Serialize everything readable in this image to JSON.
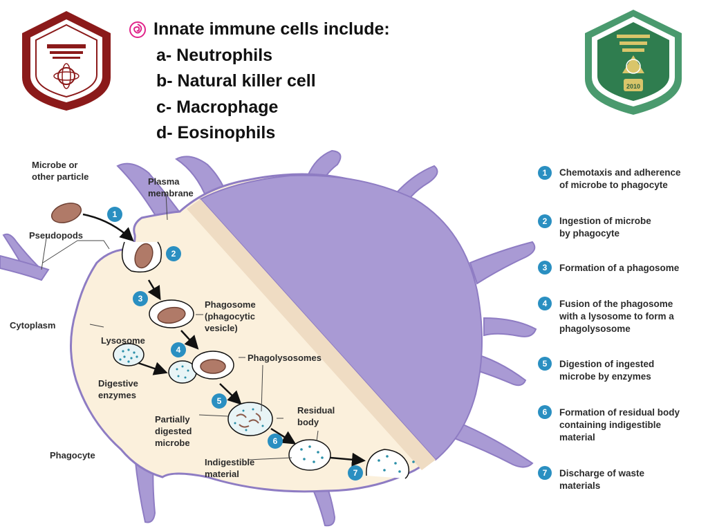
{
  "heading": {
    "title": "Innate immune cells include:",
    "items": [
      "a- Neutrophils",
      "b- Natural killer cell",
      "c- Macrophage",
      "d- Eosinophils"
    ]
  },
  "logos": {
    "left": {
      "name": "college-of-technology-and-health-sciences-seal",
      "colors": {
        "ring": "#8b1a1a",
        "fill": "#ffffff"
      }
    },
    "right": {
      "name": "al-mustaqbal-university-seal",
      "year": "2010",
      "colors": {
        "ring": "#2e8b57",
        "fill": "#ffffff"
      }
    }
  },
  "diagram": {
    "labels": {
      "microbe": [
        "Microbe or",
        "other particle"
      ],
      "plasma_membrane": [
        "Plasma",
        "membrane"
      ],
      "pseudopods": "Pseudopods",
      "cytoplasm": "Cytoplasm",
      "phagosome": [
        "Phagosome",
        "(phagocytic",
        "vesicle)"
      ],
      "lysosome": "Lysosome",
      "phagolysosomes": "Phagolysosomes",
      "digestive_enzymes": [
        "Digestive",
        "enzymes"
      ],
      "partially_digested": [
        "Partially",
        "digested",
        "microbe"
      ],
      "residual_body": [
        "Residual",
        "body"
      ],
      "indigestible": [
        "Indigestible",
        "material"
      ],
      "phagocyte": "Phagocyte"
    },
    "step_numbers": [
      "1",
      "2",
      "3",
      "4",
      "5",
      "6",
      "7"
    ],
    "steps": [
      {
        "num": "1",
        "lines": [
          "Chemotaxis and adherence",
          "of microbe to phagocyte"
        ]
      },
      {
        "num": "2",
        "lines": [
          "Ingestion of microbe",
          "by phagocyte"
        ]
      },
      {
        "num": "3",
        "lines": [
          "Formation of a phagosome"
        ]
      },
      {
        "num": "4",
        "lines": [
          "Fusion of the phagosome",
          "with a lysosome to form a",
          "phagolysosome"
        ]
      },
      {
        "num": "5",
        "lines": [
          "Digestion of ingested",
          "microbe by enzymes"
        ]
      },
      {
        "num": "6",
        "lines": [
          "Formation of residual body",
          "containing indigestible",
          "material"
        ]
      },
      {
        "num": "7",
        "lines": [
          "Discharge of waste",
          "materials"
        ]
      }
    ],
    "colors": {
      "cytoplasm": "#fbf0dc",
      "membrane_purple": "#a99ad4",
      "membrane_purple_dark": "#8e7cc3",
      "step_badge": "#2a8fc1",
      "microbe": "#b07a68"
    }
  }
}
